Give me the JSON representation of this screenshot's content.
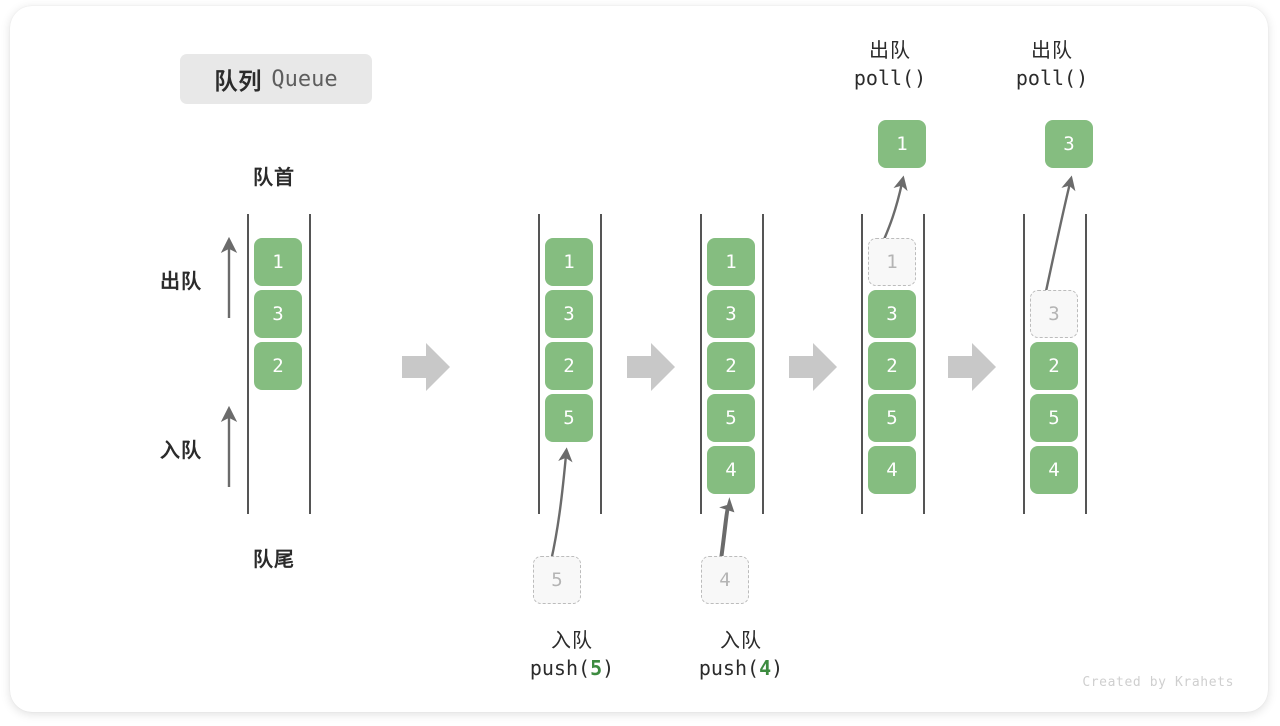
{
  "title": {
    "cn": "队列",
    "en": "Queue"
  },
  "captions": {
    "head": "队首",
    "tail": "队尾",
    "dequeue_dir": "出队",
    "enqueue_dir": "入队"
  },
  "footer": "Created by Krahets",
  "colors": {
    "element_fill": "#85bd80",
    "element_text": "#ffffff",
    "ghost_fill": "#f8f8f8",
    "ghost_border": "#bcbcbc",
    "ghost_text": "#b4b4b4",
    "rail": "#555555",
    "arrow": "#6b6b6b",
    "step_arrow": "#c8c8c8",
    "accent_value": "#3d8b40",
    "chip_bg": "#e8e8e8"
  },
  "columns": [
    {
      "id": "initial",
      "cells": [
        {
          "value": "1",
          "state": "filled"
        },
        {
          "value": "3",
          "state": "filled"
        },
        {
          "value": "2",
          "state": "filled"
        }
      ],
      "incoming": null,
      "outgoing": null,
      "caption": null,
      "op_title": null
    },
    {
      "id": "push-5",
      "cells": [
        {
          "value": "1",
          "state": "filled"
        },
        {
          "value": "3",
          "state": "filled"
        },
        {
          "value": "2",
          "state": "filled"
        },
        {
          "value": "5",
          "state": "filled"
        }
      ],
      "incoming": {
        "value": "5",
        "state": "ghost"
      },
      "caption": {
        "cn": "入队",
        "fn": "push(",
        "val": "5",
        "fn_end": ")"
      },
      "op_title": null
    },
    {
      "id": "push-4",
      "cells": [
        {
          "value": "1",
          "state": "filled"
        },
        {
          "value": "3",
          "state": "filled"
        },
        {
          "value": "2",
          "state": "filled"
        },
        {
          "value": "5",
          "state": "filled"
        },
        {
          "value": "4",
          "state": "filled"
        }
      ],
      "incoming": {
        "value": "4",
        "state": "ghost"
      },
      "caption": {
        "cn": "入队",
        "fn": "push(",
        "val": "4",
        "fn_end": ")"
      },
      "op_title": null
    },
    {
      "id": "poll-1",
      "cells": [
        {
          "value": "1",
          "state": "ghost"
        },
        {
          "value": "3",
          "state": "filled"
        },
        {
          "value": "2",
          "state": "filled"
        },
        {
          "value": "5",
          "state": "filled"
        },
        {
          "value": "4",
          "state": "filled"
        }
      ],
      "outgoing": {
        "value": "1",
        "state": "filled"
      },
      "caption": null,
      "op_title": {
        "cn": "出队",
        "code": "poll()"
      }
    },
    {
      "id": "poll-3",
      "cells": [
        {
          "value": "3",
          "state": "ghost"
        },
        {
          "value": "2",
          "state": "filled"
        },
        {
          "value": "5",
          "state": "filled"
        },
        {
          "value": "4",
          "state": "filled"
        }
      ],
      "outgoing": {
        "value": "3",
        "state": "filled"
      },
      "caption": null,
      "op_title": {
        "cn": "出队",
        "code": "poll()"
      }
    }
  ],
  "step_arrows": 4
}
